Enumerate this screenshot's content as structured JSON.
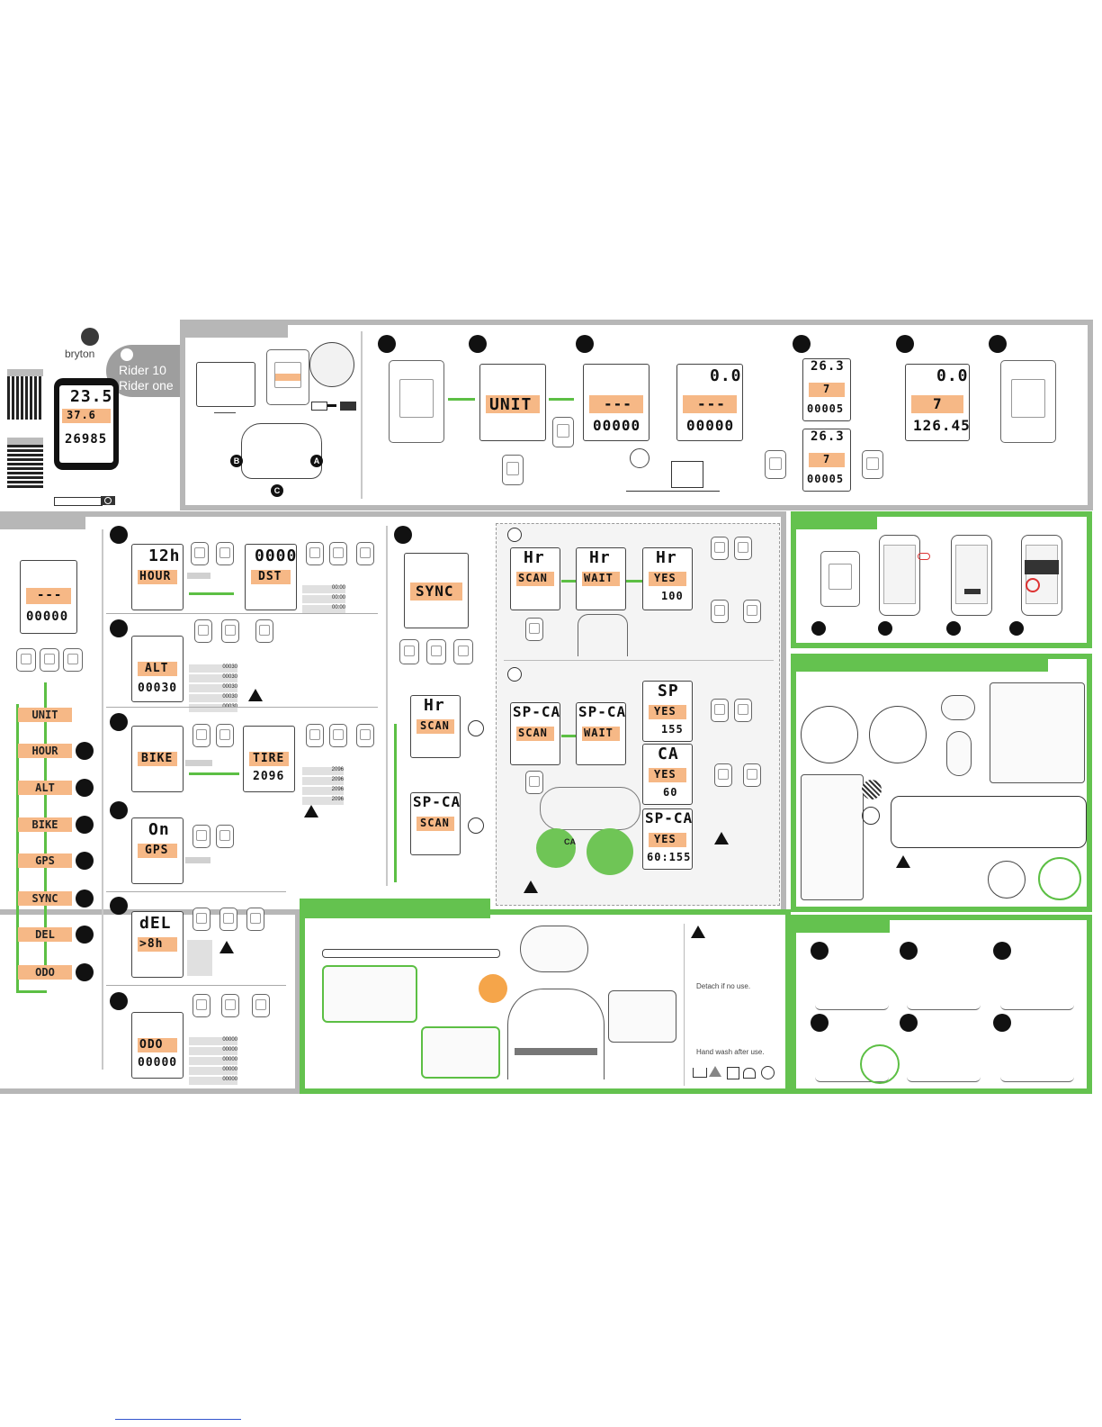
{
  "brand": {
    "name": "bryton",
    "model_line1": "Rider 10",
    "model_line2": "Rider one"
  },
  "cover_device": {
    "top_value": "23.5",
    "speed_value": "37.6",
    "odo_value": "26985"
  },
  "search_box": {
    "placeholder": ""
  },
  "footer_link": {
    "text": ""
  },
  "setup_section": {
    "screen_unit": "UNIT",
    "screen_dashes": "---",
    "screen_zero": "00000",
    "speed_zero": "0.0",
    "speed_value": "26.3",
    "trip_value": "7",
    "distance_a": "00005",
    "distance_b": "126.45",
    "dock_labels": [
      "B",
      "A",
      "C"
    ]
  },
  "settings_menu": {
    "items": [
      "UNIT",
      "HOUR",
      "ALT",
      "BIKE",
      "GPS",
      "SYNC",
      "DEL",
      "ODO"
    ],
    "hour_screen": "12h",
    "hour_label": "HOUR",
    "dst_screen": "0000",
    "dst_label": "DST",
    "dst_values": [
      "00:00",
      "00:00",
      "00:00"
    ],
    "alt_label": "ALT",
    "alt_value": "00030",
    "alt_values": [
      "00030",
      "00030",
      "00030",
      "00030",
      "00030"
    ],
    "bike_label": "BIKE",
    "tire_label": "TIRE",
    "tire_value": "2096",
    "tire_values": [
      "2096",
      "2096",
      "2096",
      "2096"
    ],
    "gps_value": "On",
    "gps_label": "GPS",
    "del_label": "dEL",
    "del_value": ">8h",
    "odo_label": "ODO",
    "odo_value": "00000",
    "odo_values": [
      "00000",
      "00000",
      "00000",
      "00000",
      "00000"
    ]
  },
  "sensor_section": {
    "sync_label": "SYNC",
    "hr_label": "Hr",
    "scan_label": "SCAN",
    "wait_label": "WAIT",
    "yes_label": "YES",
    "hr_value": "100",
    "spca_label": "SP-CA",
    "sp_label": "SP",
    "ca_label": "CA",
    "sp_value": "155",
    "ca_value": "60",
    "spca_value": "60:155",
    "sensor_tag": "CA"
  },
  "hr_strap_section": {
    "detach_text": "Detach if no use.",
    "wash_text": "Hand wash after use."
  },
  "colors": {
    "panel_grey": "#b7b7b7",
    "panel_green": "#64c24f",
    "lcd_band": "#f6b886",
    "arrow": "#5cbf44"
  }
}
